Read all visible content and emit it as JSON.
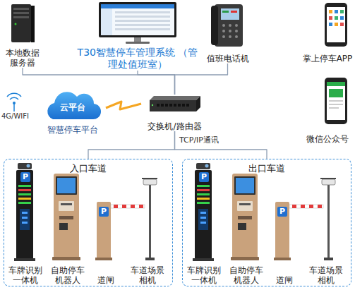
{
  "diagram": {
    "nodes": [
      {
        "text": [
          "本地数据 服务器"
        ]
      },
      {
        "text": [
          "T30智慧停车管理系统 （管理处值班室）"
        ]
      },
      {
        "text": [
          "值班电话机"
        ]
      },
      {
        "text": [
          "掌上停车APP"
        ]
      },
      {
        "text": [
          "云平台",
          "智慧停车平台"
        ]
      },
      {
        "text": [
          "交换机/路由器"
        ]
      },
      {
        "text": [
          "微信公众号"
        ]
      },
      {
        "text": [
          "入口车道"
        ]
      },
      {
        "text": [
          "车牌识别 一体机"
        ],
        "in": 7
      },
      {
        "text": [
          "自助停车 机器人"
        ],
        "in": 7
      },
      {
        "text": [
          "道闸"
        ],
        "in": 7
      },
      {
        "text": [
          "车道场景 相机"
        ],
        "in": 7
      },
      {
        "text": [
          "出口车道"
        ]
      },
      {
        "text": [
          "车牌识别 一体机"
        ],
        "in": 12
      },
      {
        "text": [
          "自助停车 机器人"
        ],
        "in": 12
      },
      {
        "text": [
          "道闸"
        ],
        "in": 12
      },
      {
        "text": [
          "车道场景 相机"
        ],
        "in": 12
      }
    ],
    "edges": [
      {
        "from": 0,
        "to": 5,
        "arrow": "none"
      },
      {
        "from": 1,
        "to": 5,
        "arrow": "none"
      },
      {
        "from": 2,
        "to": 5,
        "arrow": "none"
      },
      {
        "from": 4,
        "to": 5,
        "arrow": "none"
      },
      {
        "from": 5,
        "to": 7,
        "arrow": "none"
      },
      {
        "from": 5,
        "to": 12,
        "arrow": "none"
      }
    ],
    "labels": [
      "4G/WIFI",
      "TCP/IP通讯",
      "P",
      "P",
      "P",
      "P"
    ]
  }
}
